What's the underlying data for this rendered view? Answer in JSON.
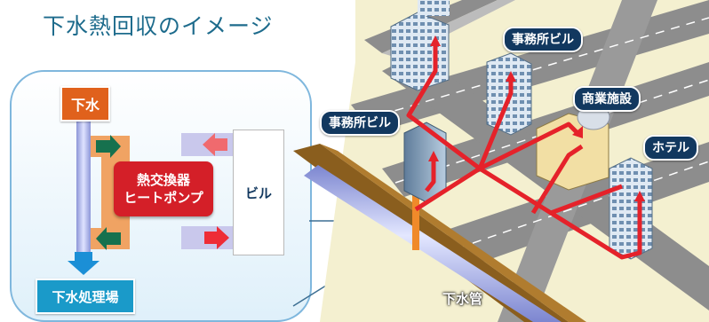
{
  "title": "下水熱回収のイメージ",
  "schematic": {
    "sewage_source": "下水",
    "heat_device_line1": "熱交換器",
    "heat_device_line2": "ヒートポンプ",
    "building": "ビル",
    "treatment_plant": "下水処理場"
  },
  "city": {
    "office_building_right": "事務所ビル",
    "office_building_left": "事務所ビル",
    "commercial_facility": "商業施設",
    "hotel": "ホテル",
    "sewer_pipe": "下水管"
  },
  "colors": {
    "sewage_box": "#e0611c",
    "heat_device": "#d41f28",
    "treatment_plant": "#1a9ac9",
    "label_tag": "#12385f",
    "heat_flow": "#e5222a",
    "road": "#8d8d8d",
    "trench": "#8a5e1e"
  }
}
